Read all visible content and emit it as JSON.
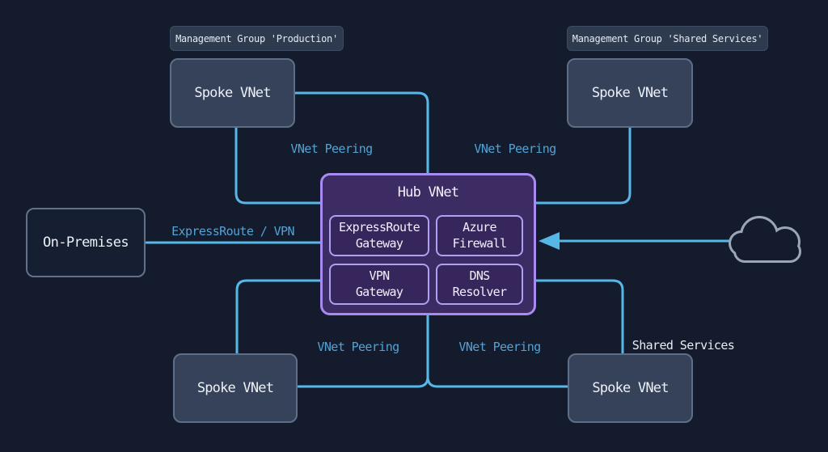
{
  "groups": {
    "production": {
      "label": "Management Group 'Production'"
    },
    "shared_services": {
      "label": "Management Group 'Shared Services'"
    }
  },
  "nodes": {
    "on_premises": {
      "label": "On-Premises"
    },
    "spoke_top_left": {
      "label": "Spoke VNet"
    },
    "spoke_top_right": {
      "label": "Spoke VNet"
    },
    "spoke_bottom_left": {
      "label": "Spoke VNet"
    },
    "spoke_bottom_right": {
      "label": "Spoke VNet"
    },
    "hub": {
      "title": "Hub VNet",
      "components": [
        {
          "line1": "ExpressRoute",
          "line2": "Gateway"
        },
        {
          "line1": "Azure",
          "line2": "Firewall"
        },
        {
          "line1": "VPN",
          "line2": "Gateway"
        },
        {
          "line1": "DNS",
          "line2": "Resolver"
        }
      ]
    }
  },
  "edges": [
    {
      "from": "spoke-top-left",
      "to": "hub-vnet",
      "label": "VNet Peering"
    },
    {
      "from": "spoke-top-right",
      "to": "hub-vnet",
      "label": "VNet Peering"
    },
    {
      "from": "on-premises",
      "to": "hub-vnet",
      "label": "ExpressRoute / VPN"
    },
    {
      "from": "hub-vnet",
      "to": "spoke-bottom-left",
      "label": "VNet Peering"
    },
    {
      "from": "hub-vnet",
      "to": "spoke-bottom-right",
      "label": "VNet Peering"
    },
    {
      "from": "internet-cloud",
      "to": "hub-vnet",
      "label": ""
    }
  ],
  "annotations": {
    "shared_services": "Shared Services"
  },
  "icons": {
    "cloud": "cloud-outline (external network / internet)"
  },
  "colors": {
    "background": "#131b2d",
    "connector_line": "#56b8e6",
    "edge_label_text": "#52a3d6",
    "hub_fill": "#3d2b63",
    "hub_border": "#a78bf0",
    "hub_component_fill": "#37265c",
    "hub_component_border": "#b1a0f2",
    "spoke_fill": "#36425a",
    "spoke_border": "#5f6e87",
    "on_premises_fill": "#151f31",
    "group_label_fill": "#2e3a4d",
    "cloud_outline": "#9aa6b5",
    "text_primary": "#edf1f7"
  }
}
